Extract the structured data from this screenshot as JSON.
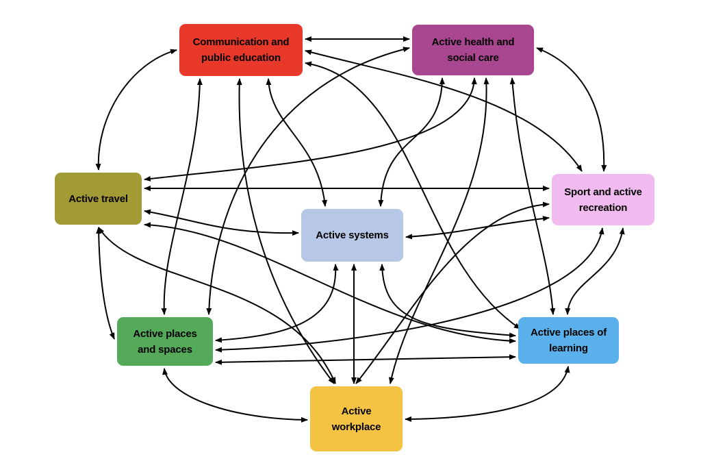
{
  "nodes": {
    "communication": {
      "label": "Communication and\npublic education",
      "color": "#e8382a"
    },
    "health": {
      "label": "Active health and\nsocial care",
      "color": "#a8468f"
    },
    "travel": {
      "label": "Active travel",
      "color": "#a19a35"
    },
    "sport": {
      "label": "Sport and active\nrecreation",
      "color": "#f1bbf0"
    },
    "systems": {
      "label": "Active systems",
      "color": "#b7c7e6"
    },
    "places": {
      "label": "Active places\nand spaces",
      "color": "#55aa5a"
    },
    "learning": {
      "label": "Active places of\nlearning",
      "color": "#5ab0ea"
    },
    "workplace": {
      "label": "Active\nworkplace",
      "color": "#f5c343"
    }
  },
  "connections": [
    [
      "communication",
      "health"
    ],
    [
      "communication",
      "travel"
    ],
    [
      "communication",
      "sport"
    ],
    [
      "communication",
      "systems"
    ],
    [
      "communication",
      "places"
    ],
    [
      "communication",
      "workplace"
    ],
    [
      "communication",
      "learning"
    ],
    [
      "health",
      "sport"
    ],
    [
      "health",
      "travel"
    ],
    [
      "health",
      "systems"
    ],
    [
      "health",
      "places"
    ],
    [
      "health",
      "workplace"
    ],
    [
      "health",
      "learning"
    ],
    [
      "travel",
      "sport"
    ],
    [
      "travel",
      "systems"
    ],
    [
      "travel",
      "places"
    ],
    [
      "travel",
      "workplace"
    ],
    [
      "travel",
      "learning"
    ],
    [
      "sport",
      "systems"
    ],
    [
      "sport",
      "learning"
    ],
    [
      "sport",
      "workplace"
    ],
    [
      "sport",
      "places"
    ],
    [
      "systems",
      "places"
    ],
    [
      "systems",
      "workplace"
    ],
    [
      "systems",
      "learning"
    ],
    [
      "places",
      "learning"
    ],
    [
      "places",
      "workplace"
    ],
    [
      "learning",
      "workplace"
    ]
  ],
  "colors": {
    "arrow": "#000000"
  }
}
